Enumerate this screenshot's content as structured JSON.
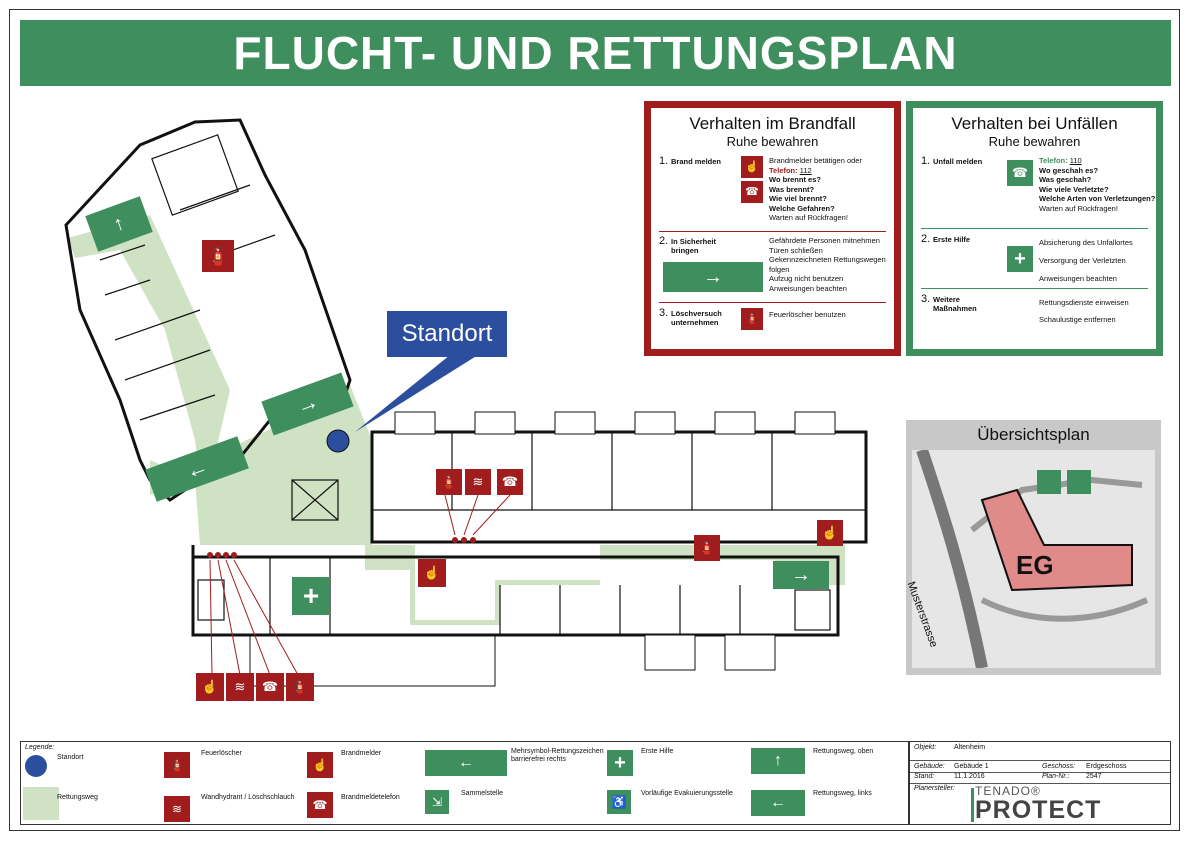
{
  "title": "FLUCHT- UND RETTUNGSPLAN",
  "standort_label": "Standort",
  "colors": {
    "green": "#3e8e5e",
    "red": "#a11d1d",
    "blue": "#2b4e9e",
    "escape_route": "#cfe3c4",
    "building_eg": "#e08a8a"
  },
  "brandfall": {
    "title": "Verhalten im Brandfall",
    "subtitle": "Ruhe bewahren",
    "step1": {
      "num": "1.",
      "label": "Brand melden",
      "lines": [
        "Brandmelder betätigen oder",
        "Telefon:",
        "112",
        "Wo brennt es?",
        "Was brennt?",
        "Wie viel brennt?",
        "Welche Gefahren?",
        "Warten auf Rückfragen!"
      ]
    },
    "step2": {
      "num": "2.",
      "label": "In Sicherheit bringen",
      "lines": [
        "Gefährdete Personen mitnehmen",
        "Türen schließen",
        "Gekennzeichneten Rettungswegen folgen",
        "Aufzug nicht benutzen",
        "Anweisungen beachten"
      ]
    },
    "step3": {
      "num": "3.",
      "label": "Löschversuch unternehmen",
      "lines": [
        "Feuerlöscher benutzen"
      ]
    }
  },
  "unfall": {
    "title": "Verhalten bei Unfällen",
    "subtitle": "Ruhe bewahren",
    "step1": {
      "num": "1.",
      "label": "Unfall melden",
      "lines": [
        "Telefon:",
        "110",
        "Wo geschah es?",
        "Was geschah?",
        "Wie viele Verletzte?",
        "Welche Arten von Verletzungen?",
        "Warten auf Rückfragen!"
      ]
    },
    "step2": {
      "num": "2.",
      "label": "Erste Hilfe",
      "lines": [
        "Absicherung des Unfallortes",
        "Versorgung der Verletzten",
        "Anweisungen beachten"
      ]
    },
    "step3": {
      "num": "3.",
      "label": "Weitere Maßnahmen",
      "lines": [
        "Rettungsdienste einweisen",
        "Schaulustige entfernen"
      ]
    }
  },
  "overview": {
    "title": "Übersichtsplan",
    "building_label": "EG",
    "street": "Musterstrasse"
  },
  "legend": {
    "title": "Legende:",
    "items": [
      "Standort",
      "Rettungsweg",
      "Feuerlöscher",
      "Wandhydrant / Löschschlauch",
      "Brandmelder",
      "Brandmeldetelefon",
      "Mehrsymbol-Rettungszeichen barrierefrei rechts",
      "Sammelstelle",
      "Erste Hilfe",
      "Vorläufige Evakuierungsstelle",
      "Rettungsweg, oben",
      "Rettungsweg, links"
    ]
  },
  "info": {
    "objekt_label": "Objekt:",
    "objekt_value": "Altenheim",
    "gebaeude_label": "Gebäude:",
    "gebaeude_value": "Gebäude 1",
    "geschoss_label": "Geschoss:",
    "geschoss_value": "Erdgeschoss",
    "stand_label": "Stand:",
    "stand_value": "11.1.2016",
    "plannr_label": "Plan-Nr.:",
    "plannr_value": "2547",
    "planersteller_label": "Planersteller:"
  },
  "brand": {
    "small": "TENADO®",
    "big": "PROTECT"
  }
}
